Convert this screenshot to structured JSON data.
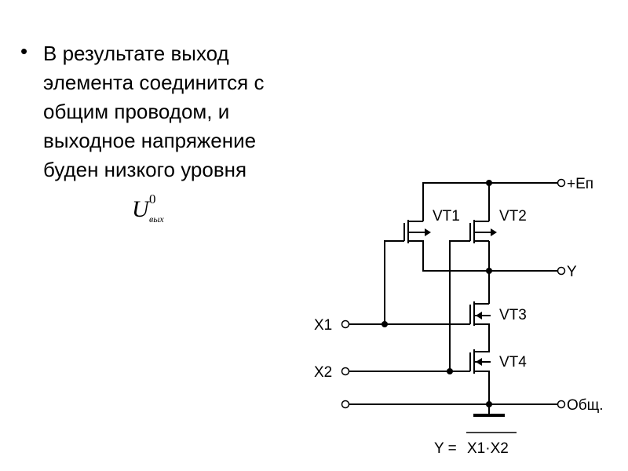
{
  "bullet_text": {
    "bullet": "•",
    "lines": [
      "В результате выход",
      "элемента соединится с",
      "общим проводом, и",
      "выходное напряжение",
      "буден низкого уровня"
    ]
  },
  "formula": {
    "base": "U",
    "superscript": "0",
    "subscript": "вых"
  },
  "circuit": {
    "supply_label": "+Еп",
    "output_label": "Y",
    "ground_label": "Общ.",
    "inputs": [
      "X1",
      "X2"
    ],
    "transistors": [
      "VT1",
      "VT2",
      "VT3",
      "VT4"
    ],
    "equation_lhs": "Y =",
    "equation_rhs": "X1·X2"
  }
}
